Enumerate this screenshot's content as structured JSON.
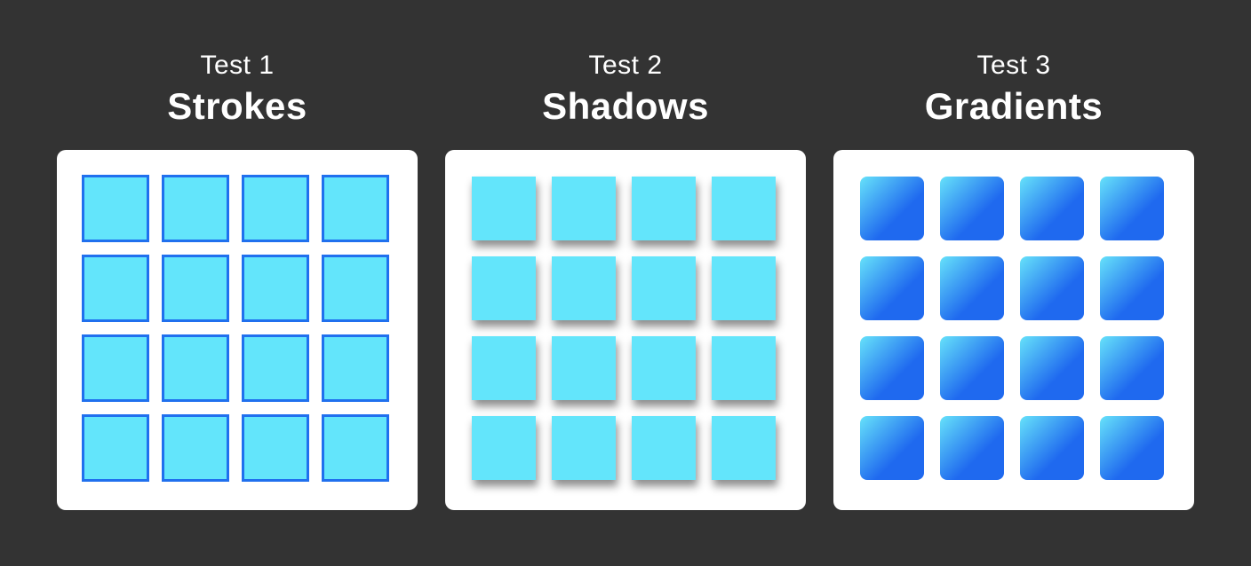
{
  "colors": {
    "background": "#333333",
    "panel": "#ffffff",
    "text": "#ffffff",
    "tile_fill": "#63e5fb",
    "tile_stroke": "#2070ee",
    "tile_shadow": "rgba(0,0,0,0.45)",
    "gradient_start": "#66e2fa",
    "gradient_end": "#1f69ef"
  },
  "tests": [
    {
      "subtitle": "Test 1",
      "title": "Strokes",
      "style": "stroke",
      "tile_count": 16
    },
    {
      "subtitle": "Test 2",
      "title": "Shadows",
      "style": "shadow",
      "tile_count": 16
    },
    {
      "subtitle": "Test 3",
      "title": "Gradients",
      "style": "gradient",
      "tile_count": 16
    }
  ]
}
